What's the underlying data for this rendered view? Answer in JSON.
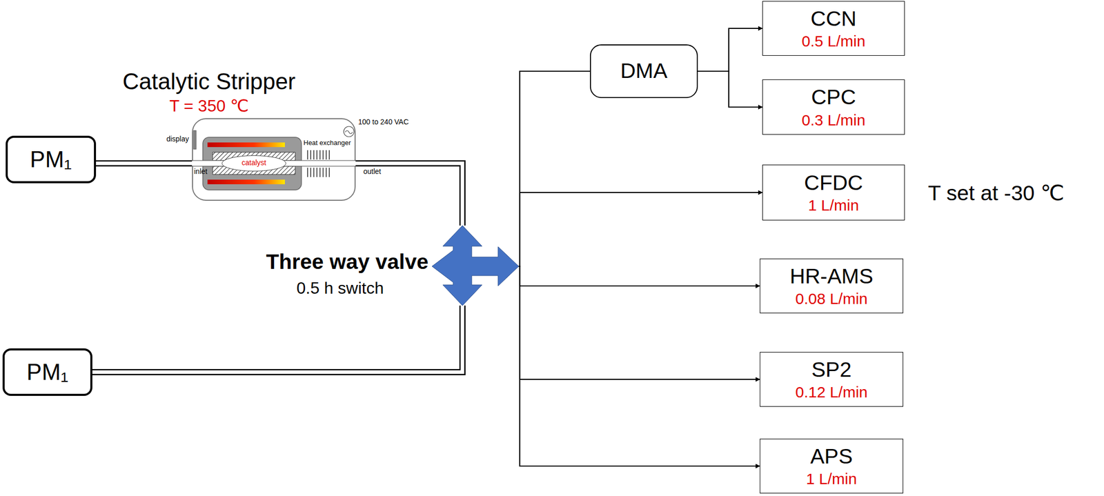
{
  "diagram": {
    "nodes": [
      {
        "text": [
          "PM₁"
        ]
      },
      {
        "text": [
          "Catalytic Stripper",
          "T = 350 ℃"
        ]
      },
      {
        "text": [
          "PM₁"
        ]
      },
      {
        "text": [
          "Three way valve",
          "0.5 h switch"
        ]
      },
      {
        "text": [
          "DMA"
        ]
      },
      {
        "text": [
          "CCN",
          "0.5 L/min"
        ]
      },
      {
        "text": [
          "CPC",
          "0.3 L/min"
        ]
      },
      {
        "text": [
          "CFDC",
          "1 L/min"
        ]
      },
      {
        "text": [
          "HR-AMS",
          "0.08 L/min"
        ]
      },
      {
        "text": [
          "SP2",
          "0.12 L/min"
        ]
      },
      {
        "text": [
          "APS",
          "1 L/min"
        ]
      }
    ],
    "edges": [
      {
        "from": 0,
        "to": 1,
        "arrow": "none"
      },
      {
        "from": 1,
        "to": 3,
        "arrow": "none"
      },
      {
        "from": 2,
        "to": 3,
        "arrow": "none"
      },
      {
        "from": 3,
        "to": 4,
        "arrow": "none"
      },
      {
        "from": 3,
        "to": 7,
        "arrow": "to"
      },
      {
        "from": 3,
        "to": 8,
        "arrow": "to"
      },
      {
        "from": 3,
        "to": 9,
        "arrow": "to"
      },
      {
        "from": 3,
        "to": 10,
        "arrow": "to"
      },
      {
        "from": 4,
        "to": 5,
        "arrow": "to"
      },
      {
        "from": 4,
        "to": 6,
        "arrow": "to"
      }
    ],
    "labels": [
      "display",
      "inlet",
      "catalyst",
      "Heat exchanger",
      "outlet",
      "100 to 240 VAC",
      "T set at -30 ℃"
    ]
  }
}
